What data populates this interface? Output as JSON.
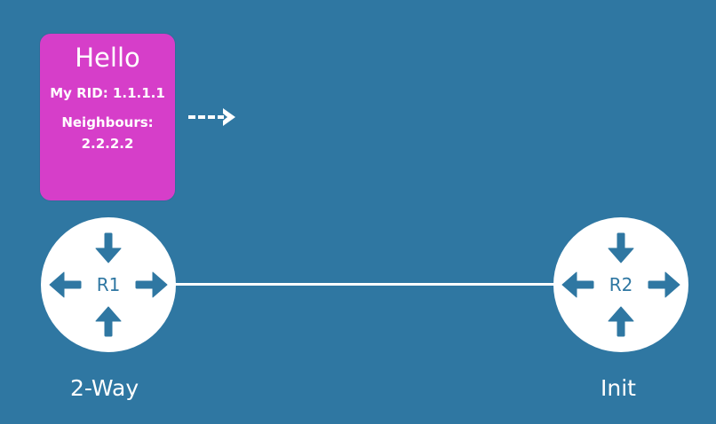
{
  "hello_packet": {
    "title": "Hello",
    "rid_text": "My RID: 1.1.1.1",
    "neighbours_label": "Neighbours:",
    "neighbours_value": "2.2.2.2"
  },
  "routers": {
    "r1": {
      "label": "R1",
      "state": "2-Way"
    },
    "r2": {
      "label": "R2",
      "state": "Init"
    }
  },
  "colors": {
    "background": "#2f77a2",
    "hello_card": "#d63ec9",
    "router_fill": "#ffffff",
    "router_arrow": "#2f77a2",
    "link": "#ffffff"
  },
  "icons": {
    "send_arrow": "dashed-right-arrow-icon",
    "router_symbol": "router-icon"
  }
}
